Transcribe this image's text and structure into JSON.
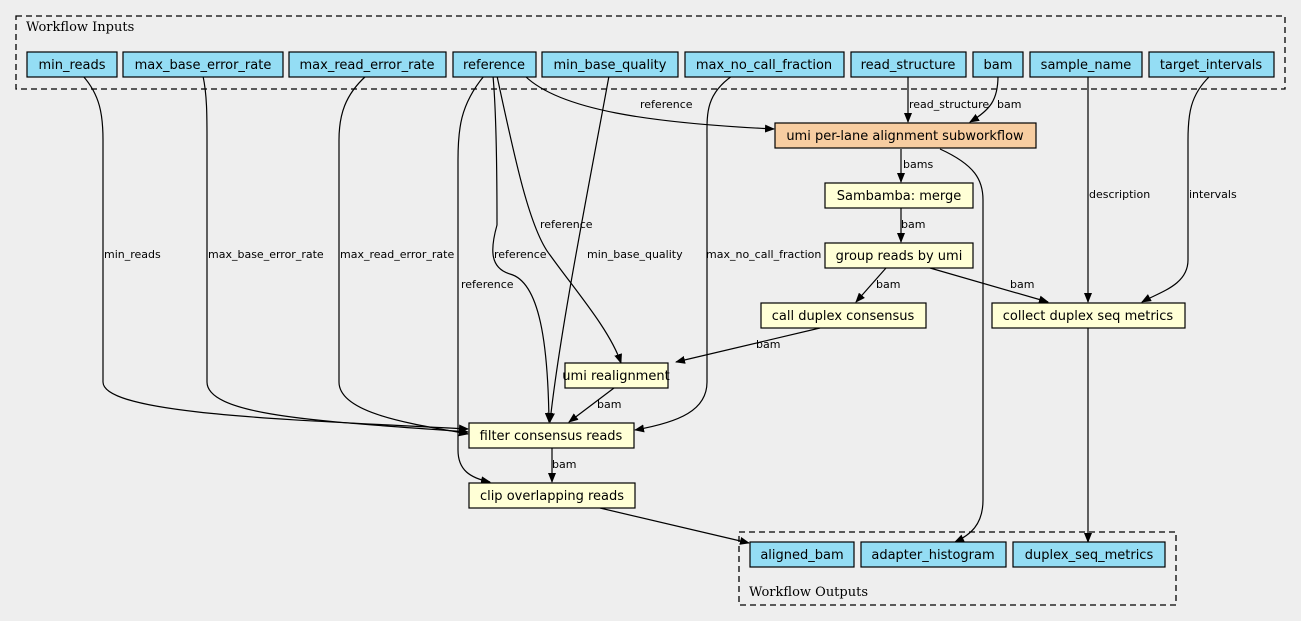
{
  "colors": {
    "background": "#eeeeee",
    "io_fill": "#94ddf4",
    "subworkflow_fill": "#f7cda1",
    "step_fill": "#ffffd6"
  },
  "inputs_cluster": {
    "title": "Workflow Inputs"
  },
  "outputs_cluster": {
    "title": "Workflow Outputs"
  },
  "inputs": {
    "min_reads": "min_reads",
    "max_base_error_rate": "max_base_error_rate",
    "max_read_error_rate": "max_read_error_rate",
    "reference": "reference",
    "min_base_quality": "min_base_quality",
    "max_no_call_fraction": "max_no_call_fraction",
    "read_structure": "read_structure",
    "bam": "bam",
    "sample_name": "sample_name",
    "target_intervals": "target_intervals"
  },
  "steps": {
    "umi_subworkflow": "umi per-lane alignment subworkflow",
    "sambamba_merge": "Sambamba: merge",
    "group_reads": "group reads by umi",
    "call_duplex": "call duplex consensus",
    "collect_metrics": "collect duplex seq metrics",
    "umi_realignment": "umi realignment",
    "filter_consensus": "filter consensus reads",
    "clip_overlapping": "clip overlapping reads"
  },
  "outputs": {
    "aligned_bam": "aligned_bam",
    "adapter_histogram": "adapter_histogram",
    "duplex_seq_metrics": "duplex_seq_metrics"
  },
  "edge_labels": {
    "min_reads": "min_reads",
    "max_base_error_rate": "max_base_error_rate",
    "max_read_error_rate": "max_read_error_rate",
    "ref_to_subworkflow": "reference",
    "ref_to_filter": "reference",
    "ref_to_realign": "reference",
    "ref_to_clip": "reference",
    "min_base_quality": "min_base_quality",
    "max_no_call_fraction": "max_no_call_fraction",
    "read_structure": "read_structure",
    "bam_in": "bam",
    "description": "description",
    "intervals": "intervals",
    "bams": "bams",
    "merge_bam": "bam",
    "group_to_call": "bam",
    "group_to_collect": "bam",
    "call_to_realign": "bam",
    "realign_to_filter": "bam",
    "filter_to_clip": "bam"
  }
}
